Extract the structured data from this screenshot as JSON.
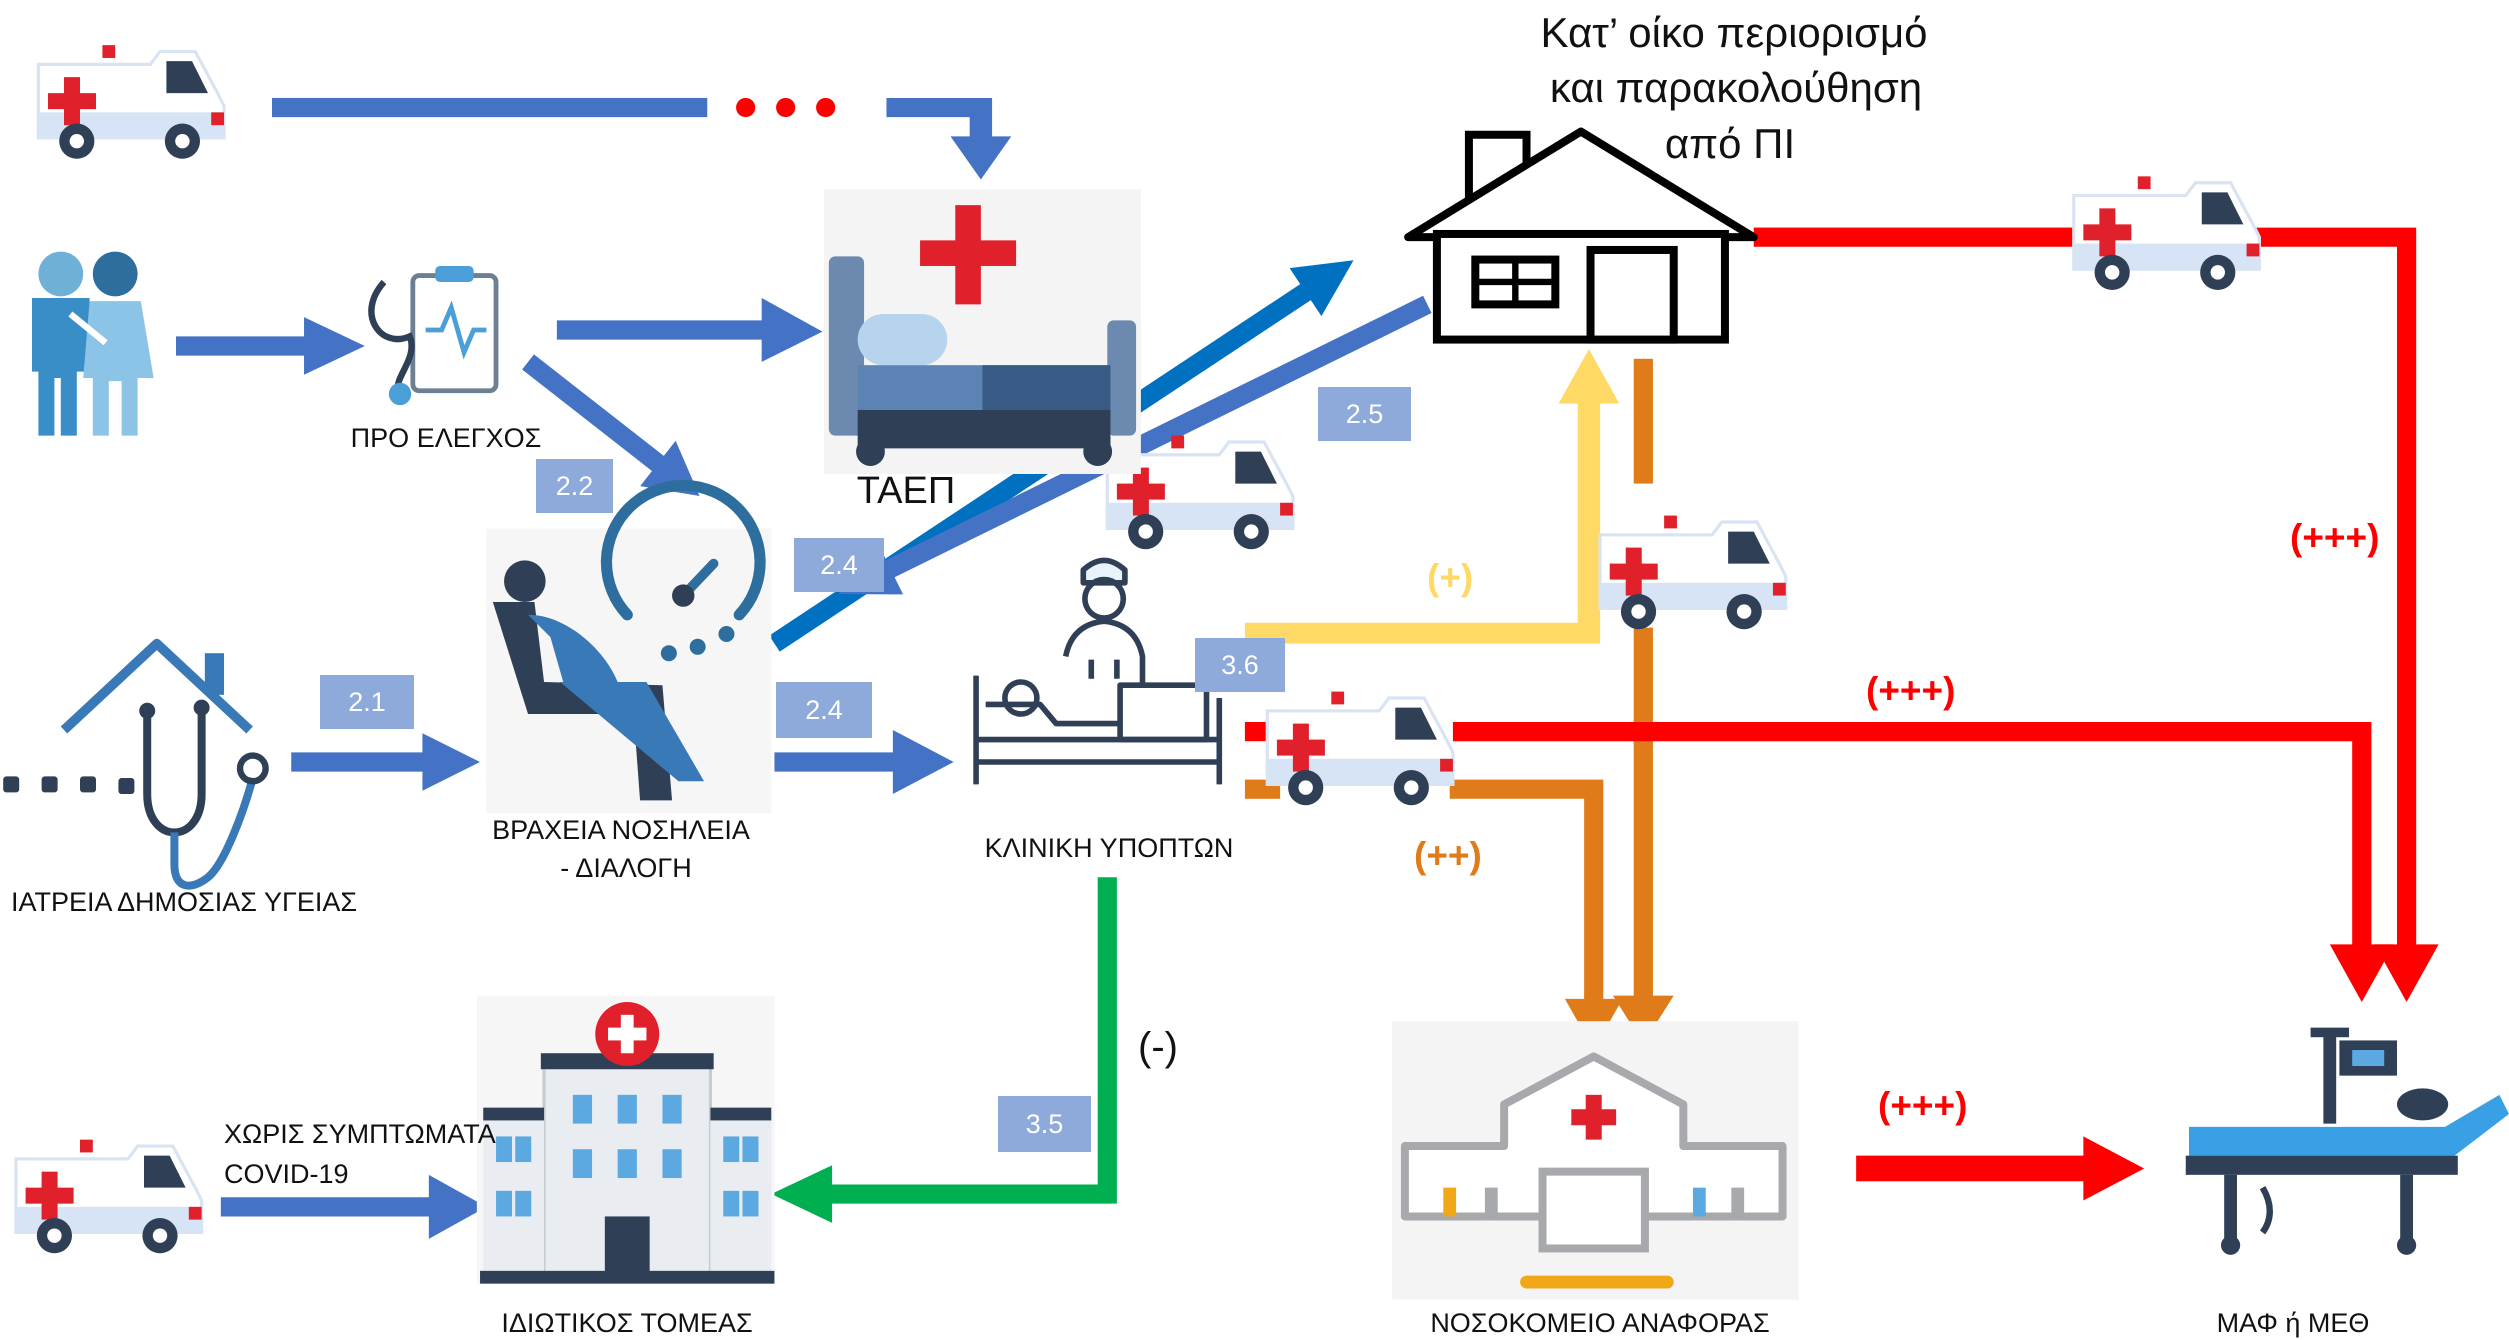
{
  "home": {
    "title_line1": "Κατ’ οίκο περιορισμό",
    "title_line2": "και παρακολούθηση",
    "title_line3": "από ΠΙ"
  },
  "nodes": {
    "pre_check": "ΠΡΟ ΕΛΕΓΧΟΣ",
    "taep": "ΤΑΕΠ",
    "short_stay_line1": "ΒΡΑΧΕΙΑ ΝΟΣΗΛΕΙΑ",
    "short_stay_line2": "- ΔΙΑΛΟΓΗ",
    "public_health": "ΙΑΤΡΕΙΑ ΔΗΜΟΣΙΑΣ ΥΓΕΙΑΣ",
    "suspects_clinic": "ΚΛΙΝΙΚΗ ΥΠΟΠΤΩΝ",
    "private_sector": "ΙΔΙΩΤΙΚΟΣ ΤΟΜΕΑΣ",
    "reference_hospital": "ΝΟΣΟΚΟΜΕΙΟ ΑΝΑΦΟΡΑΣ",
    "icu": "ΜΑΦ ή ΜΕΘ",
    "no_symptoms_line1": "ΧΩΡΙΣ ΣΥΜΠΤΩΜΑΤΑ",
    "no_symptoms_line2": "COVID-19"
  },
  "badges": {
    "b22": "2.2",
    "b21": "2.1",
    "b24a": "2.4",
    "b24b": "2.4",
    "b25": "2.5",
    "b36": "3.6",
    "b35": "3.5"
  },
  "severity": {
    "plus": "(+)",
    "plusplus": "(++)",
    "plus3_a": "(+++)",
    "plus3_b": "(+++)",
    "plus3_c": "(+++)",
    "minus": "(-)"
  },
  "colors": {
    "blue_arrow": "#4472c4",
    "dark_blue_arrow": "#0070c0",
    "red_arrow": "#ff0000",
    "orange_arrow": "#e07b1a",
    "yellow_arrow": "#ffd966",
    "green_arrow": "#00b050",
    "badge_fill": "#8eaadb"
  },
  "icons": [
    "ambulance-icon",
    "patients-icon",
    "clipboard-stethoscope-icon",
    "hospital-bed-icon",
    "house-icon",
    "armchair-gauge-icon",
    "home-stethoscope-icon",
    "doctor-patient-icon",
    "private-hospital-icon",
    "reference-hospital-icon",
    "icu-bed-icon"
  ]
}
